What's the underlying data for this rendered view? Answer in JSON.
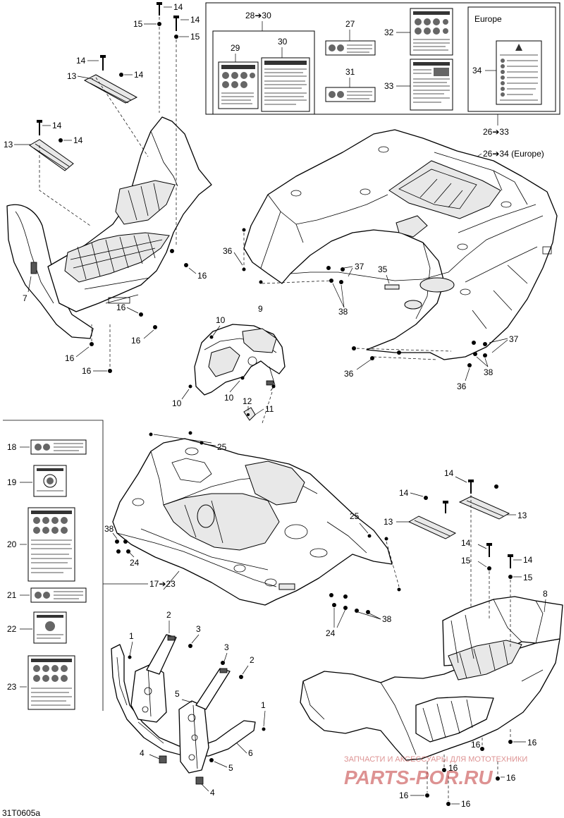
{
  "diagram_code": "31T0605a",
  "inset": {
    "europe_title": "Europe",
    "group_28_30": "28➔30",
    "range_26_33": "26➔33",
    "range_26_34_europe": "26➔34 (Europe)"
  },
  "left_legend": {
    "group_17_23": "17➔23",
    "items": [
      "18",
      "19",
      "20",
      "21",
      "22",
      "23"
    ]
  },
  "callouts": {
    "n1": "1",
    "n2": "2",
    "n3": "3",
    "n4": "4",
    "n5": "5",
    "n6": "6",
    "n7": "7",
    "n8": "8",
    "n9": "9",
    "n10": "10",
    "n11": "11",
    "n12": "12",
    "n13": "13",
    "n14": "14",
    "n15": "15",
    "n16": "16",
    "n24": "24",
    "n25": "25",
    "n27": "27",
    "n29": "29",
    "n30": "30",
    "n31": "31",
    "n32": "32",
    "n33": "33",
    "n34": "34",
    "n35": "35",
    "n36": "36",
    "n37": "37",
    "n38": "38"
  },
  "watermark": {
    "caption": "ЗАПЧАСТИ И АКСЕССУАРЫ ДЛЯ МОТОТЕХНИКИ",
    "brand": "PARTS-POR.RU"
  }
}
